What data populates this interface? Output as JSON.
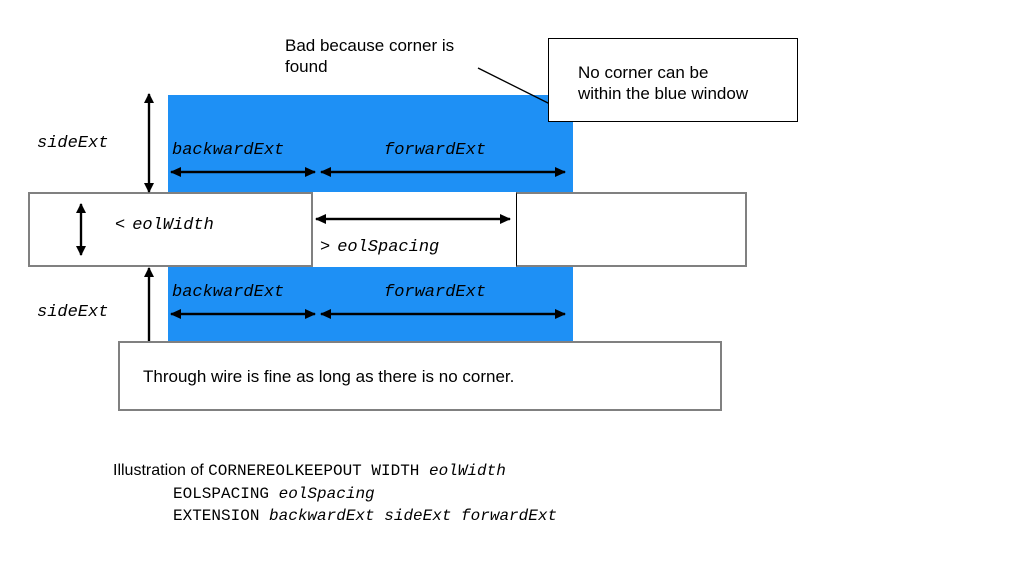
{
  "diagram": {
    "title_caption": {
      "line1_prefix": "Illustration of ",
      "line1_keyword": "CORNEREOLKEEPOUT WIDTH ",
      "line1_param": "eolWidth",
      "line2_keyword": "EOLSPACING ",
      "line2_param": "eolSpacing",
      "line3_keyword": "EXTENSION ",
      "line3_param": "backwardExt sideExt forwardExt"
    },
    "colors": {
      "keepout_window": "#1E90F5",
      "wire_outline": "#808080",
      "arrow": "#000000",
      "callout_outline": "#000000",
      "background": "#ffffff"
    },
    "callouts": [
      {
        "id": "bad-corner",
        "text": "Bad because corner is\nfound",
        "boxed": false
      },
      {
        "id": "no-corner-window",
        "text": "No corner can be\nwithin the blue window",
        "boxed": true
      },
      {
        "id": "through-wire",
        "text": "Through wire is fine as long as there is no corner.",
        "boxed": true
      }
    ],
    "dimension_labels": {
      "side_ext_top": "sideExt",
      "side_ext_bottom": "sideExt",
      "backward_ext_top": "backwardExt",
      "forward_ext_top": "forwardExt",
      "backward_ext_bottom": "backwardExt",
      "forward_ext_bottom": "forwardExt",
      "eol_width_operator": "<",
      "eol_width": "eolWidth",
      "eol_spacing_operator": ">",
      "eol_spacing": "eolSpacing"
    }
  }
}
